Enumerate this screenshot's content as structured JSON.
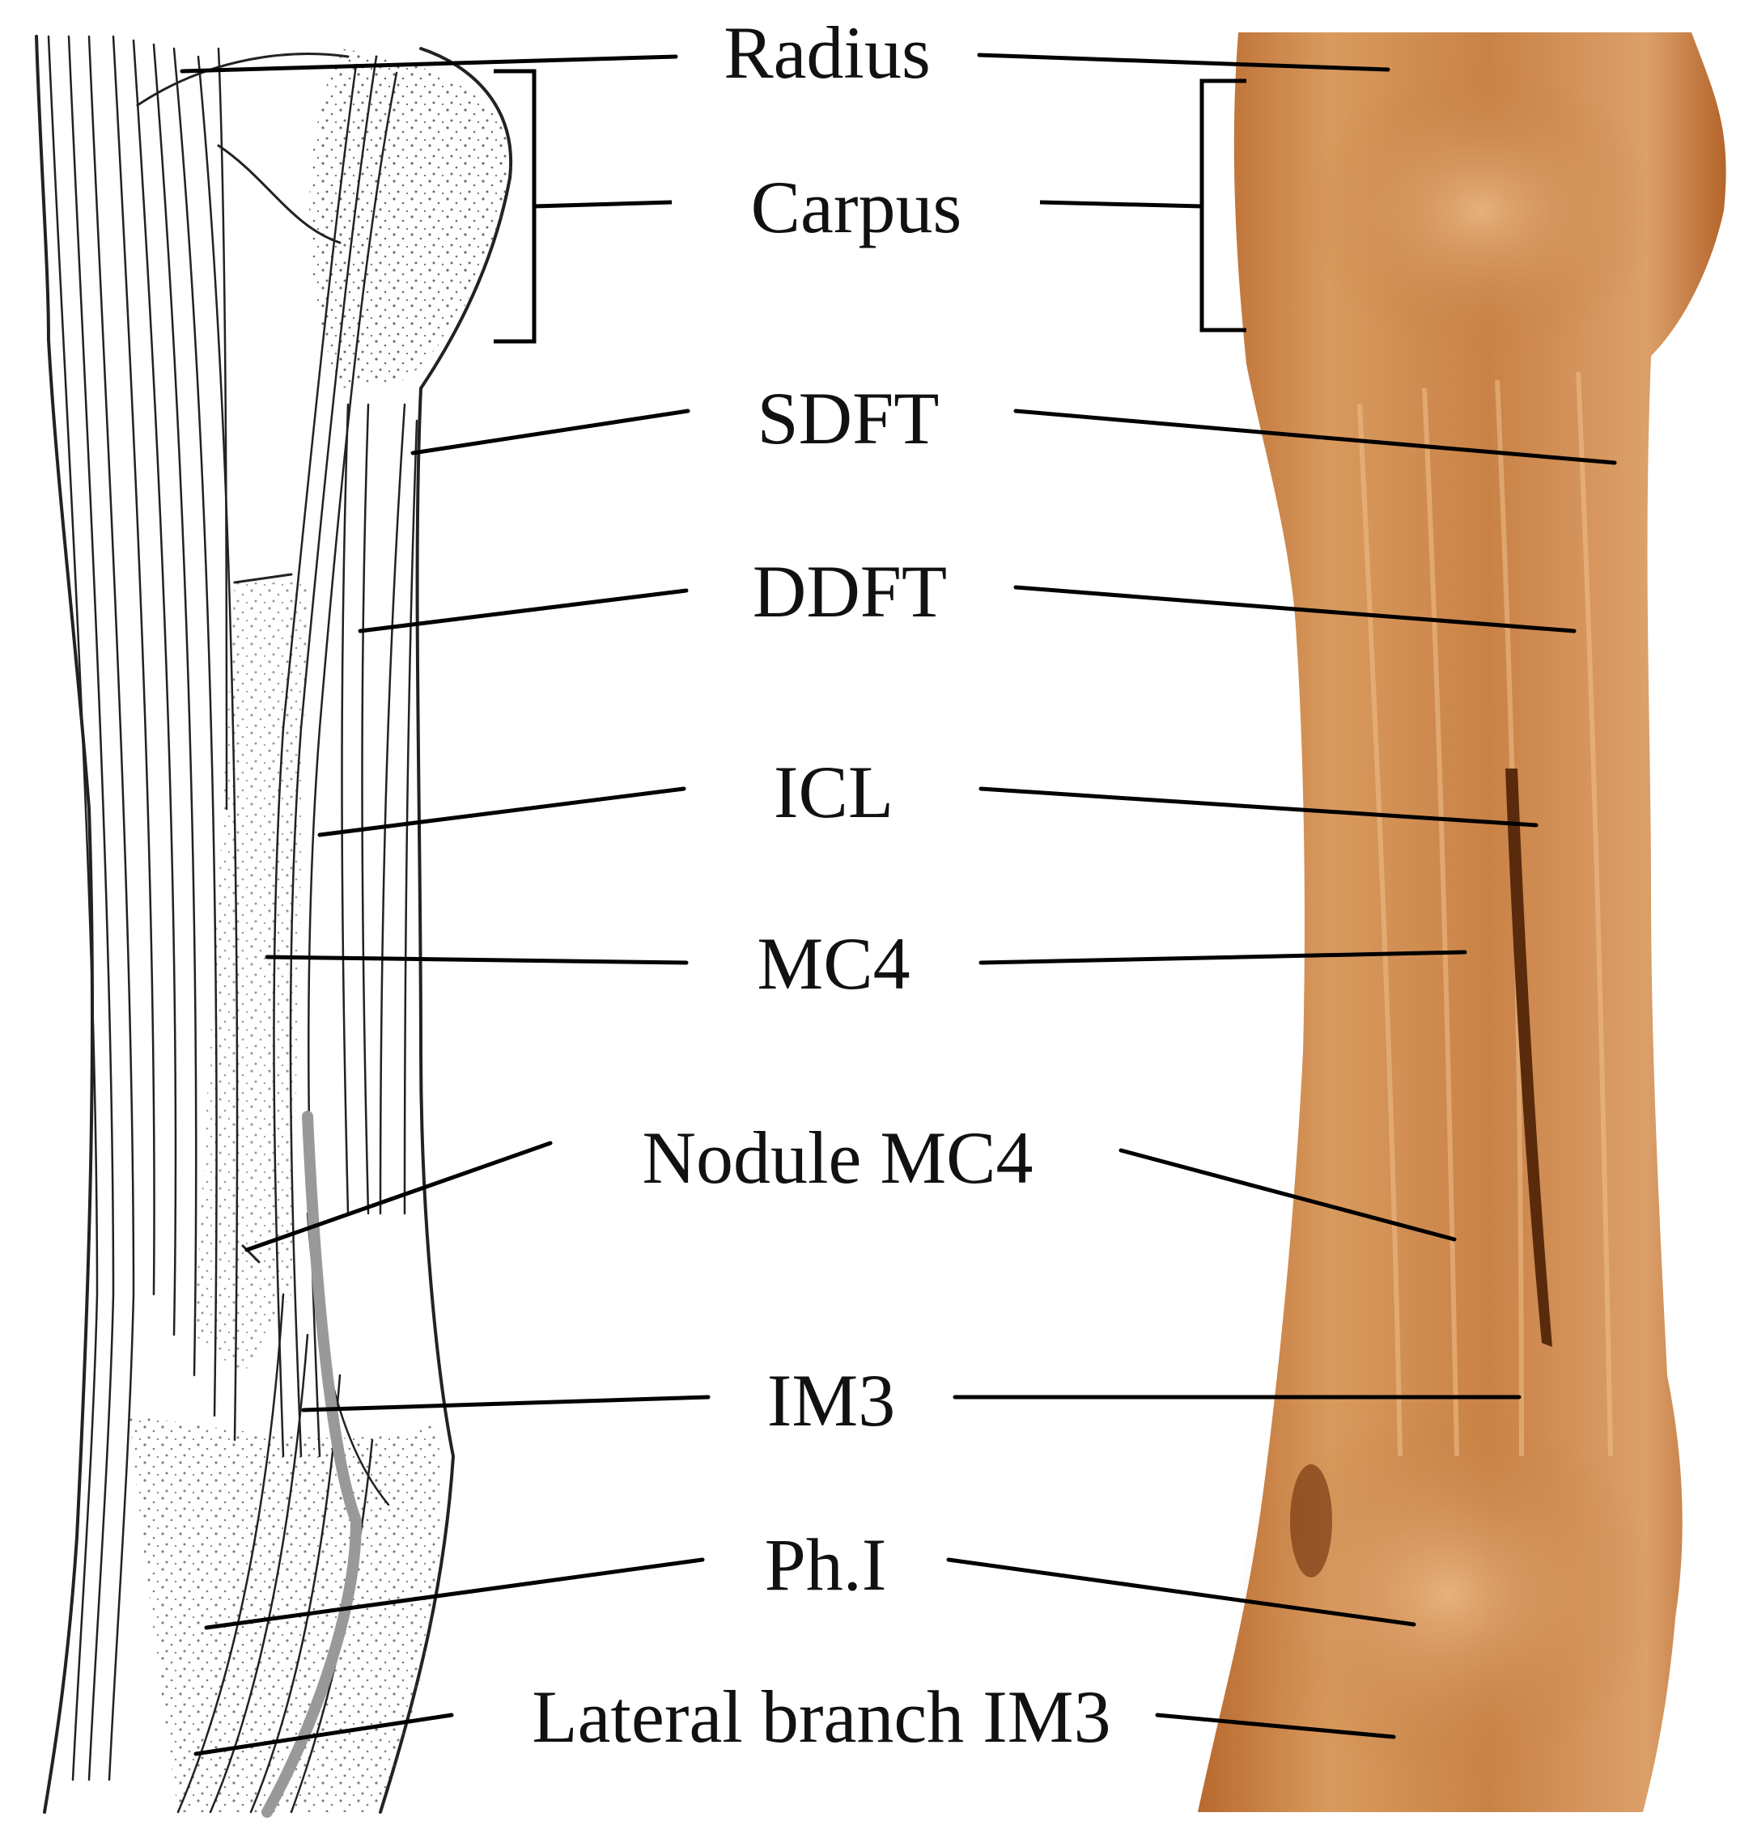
{
  "labels": {
    "radius": "Radius",
    "carpus": "Carpus",
    "sdft": "SDFT",
    "ddft": "DDFT",
    "icl": "ICL",
    "mc4": "MC4",
    "nodule_mc4": "Nodule MC4",
    "im3": "IM3",
    "ph1": "Ph.I",
    "lateral_branch_im3": "Lateral branch IM3"
  },
  "colors": {
    "specimen_base": "#c9844a",
    "specimen_dark": "#9a5420",
    "specimen_light": "#e8b07a",
    "line": "#000000",
    "text": "#111111"
  },
  "panels": {
    "left": "line-drawing",
    "right": "photograph"
  }
}
